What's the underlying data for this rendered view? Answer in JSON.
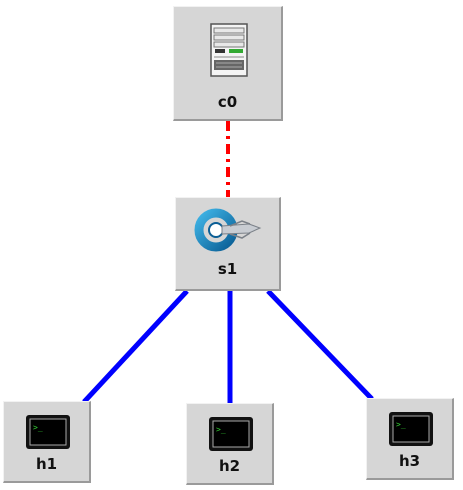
{
  "topology": {
    "nodes": [
      {
        "id": "c0",
        "label": "c0",
        "type": "controller",
        "icon": "server-icon"
      },
      {
        "id": "s1",
        "label": "s1",
        "type": "switch",
        "icon": "switch-icon"
      },
      {
        "id": "h1",
        "label": "h1",
        "type": "host",
        "icon": "terminal-icon"
      },
      {
        "id": "h2",
        "label": "h2",
        "type": "host",
        "icon": "terminal-icon"
      },
      {
        "id": "h3",
        "label": "h3",
        "type": "host",
        "icon": "terminal-icon"
      }
    ],
    "links": [
      {
        "from": "c0",
        "to": "s1",
        "style": "dash-dot",
        "color": "#ff0000"
      },
      {
        "from": "s1",
        "to": "h1",
        "style": "solid",
        "color": "#0000ff"
      },
      {
        "from": "s1",
        "to": "h2",
        "style": "solid",
        "color": "#0000ff"
      },
      {
        "from": "s1",
        "to": "h3",
        "style": "solid",
        "color": "#0000ff"
      }
    ]
  }
}
